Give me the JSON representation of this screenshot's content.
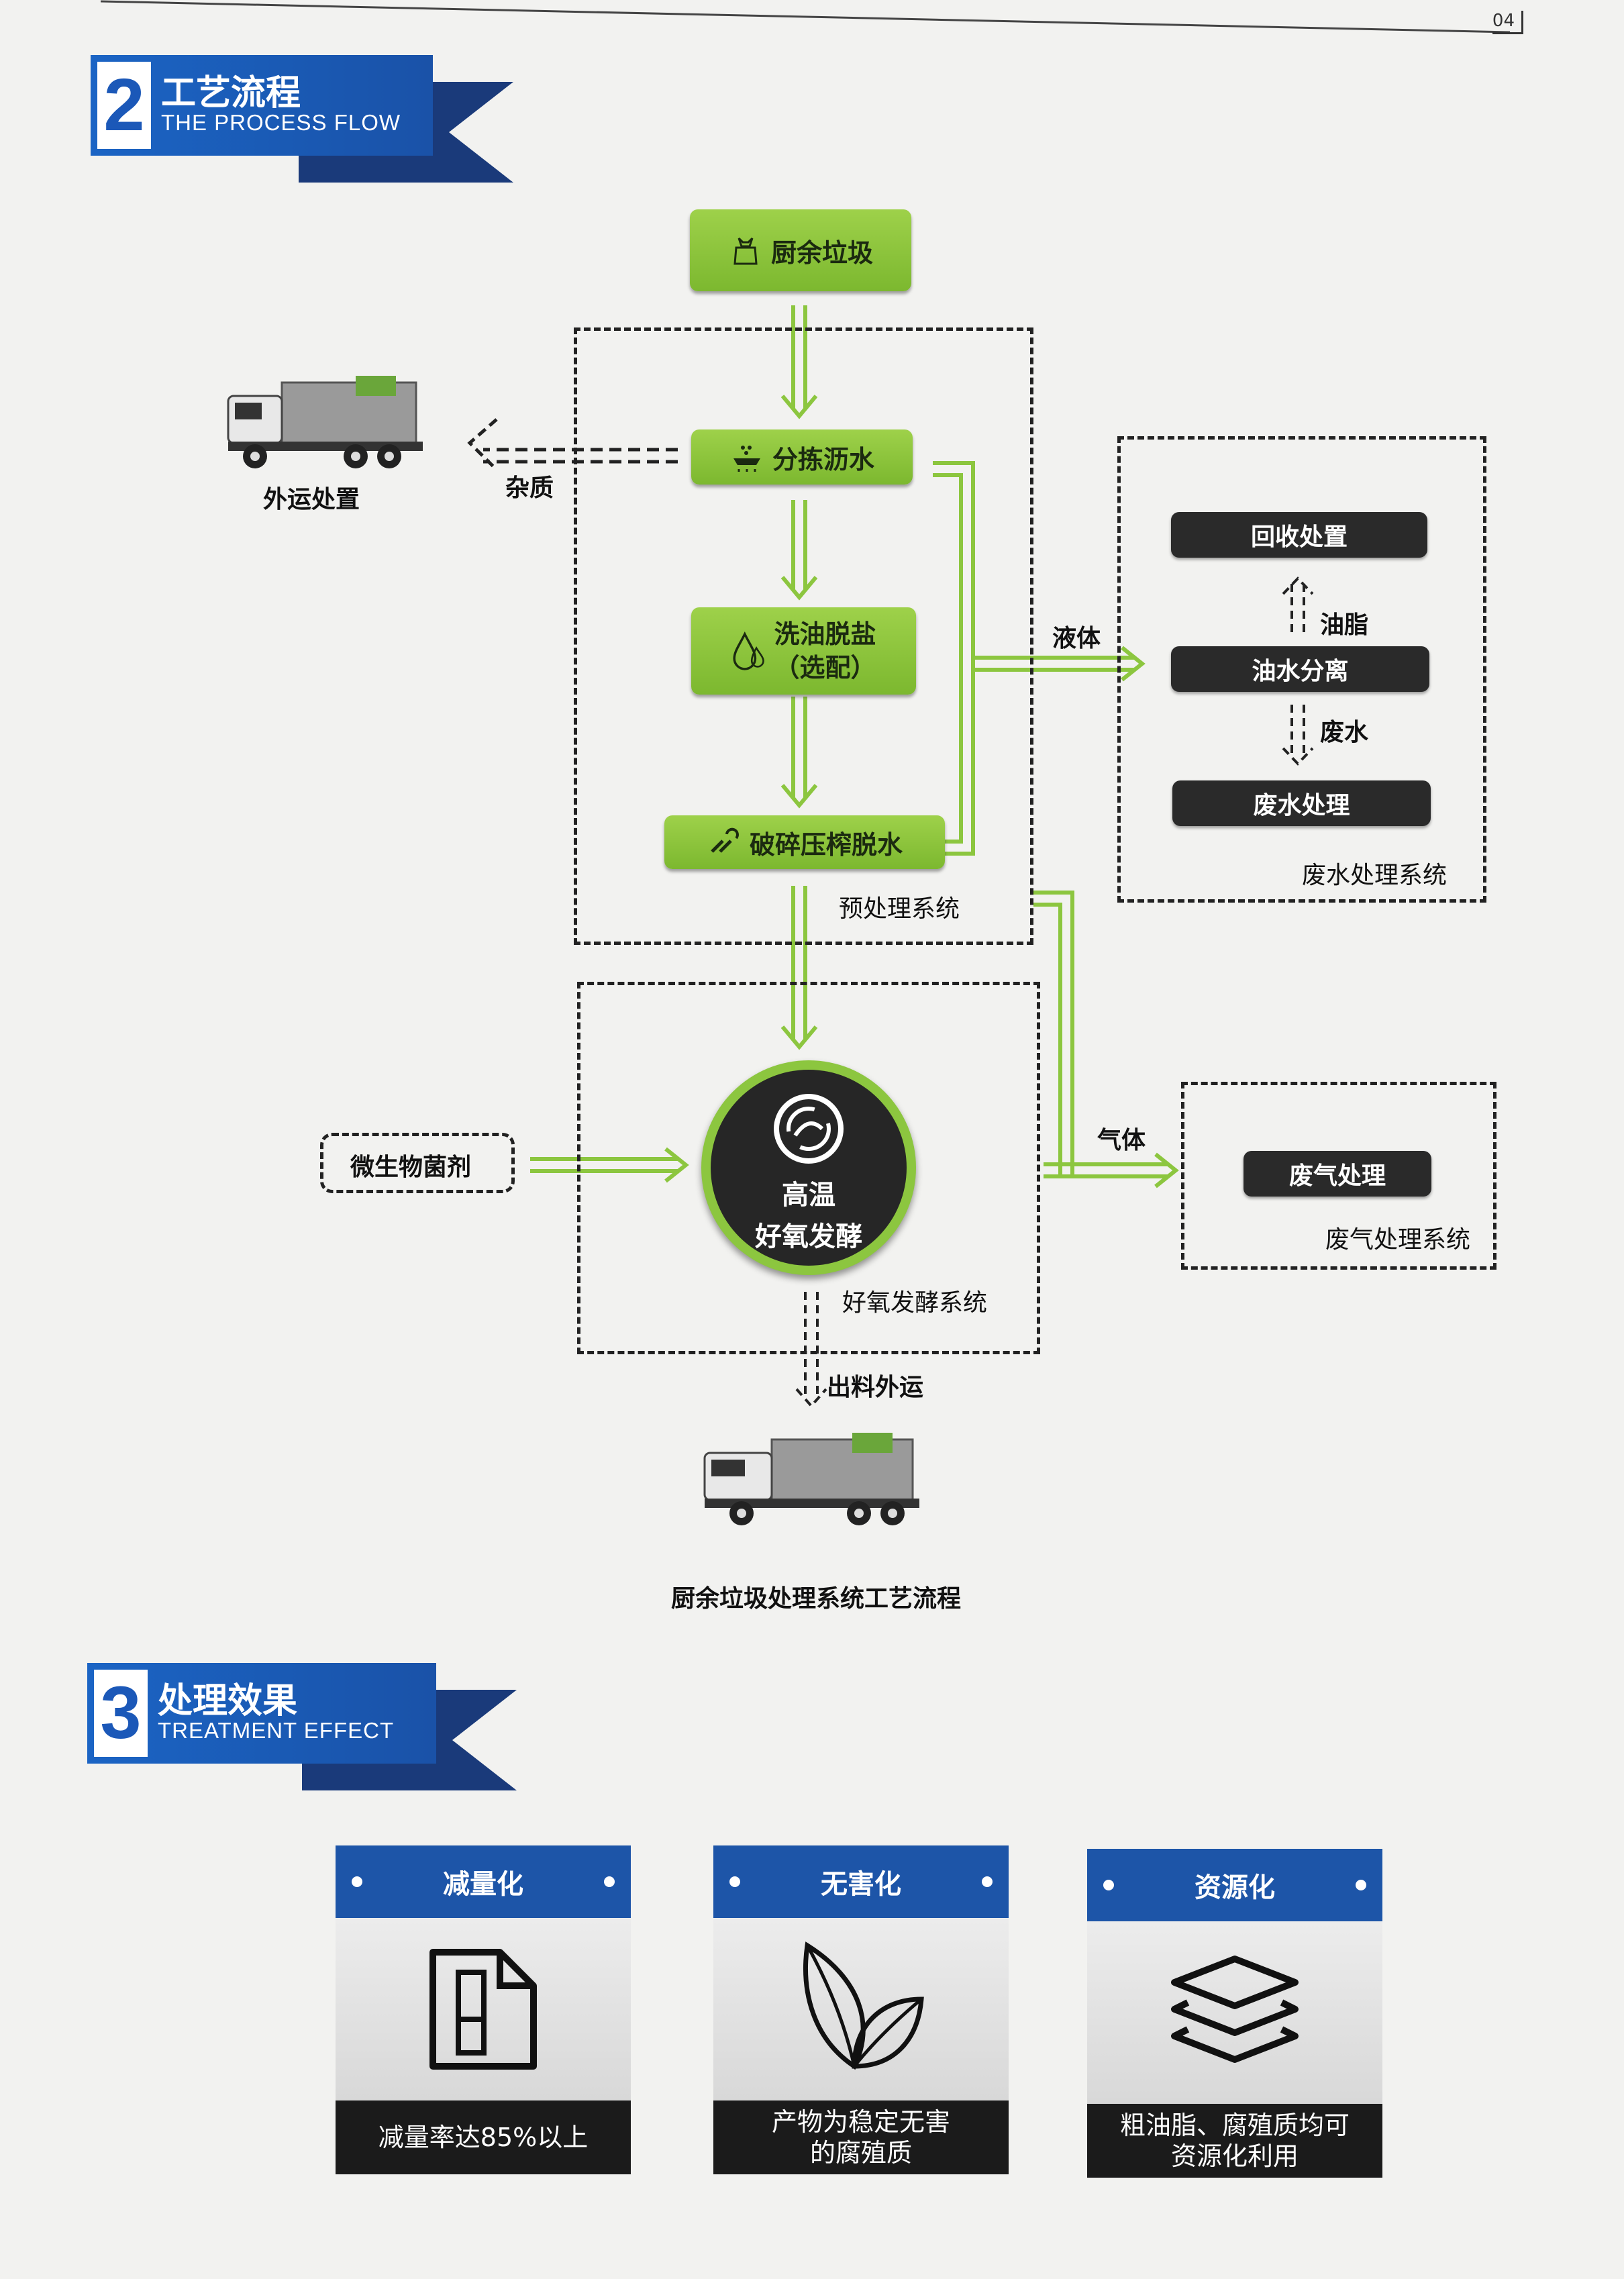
{
  "page_number": "04",
  "section2": {
    "number": "2",
    "title_cn": "工艺流程",
    "title_en": "THE PROCESS FLOW"
  },
  "flow": {
    "steps": [
      {
        "label": "厨余垃圾",
        "icon": "garbage-bag-icon"
      },
      {
        "label": "分拣沥水",
        "icon": "sorting-drain-icon"
      },
      {
        "label": "洗油脱盐",
        "label2": "（选配）",
        "icon": "oil-drop-icon"
      },
      {
        "label": "破碎压榨脱水",
        "icon": "crusher-icon"
      }
    ],
    "pretreatment_system": "预处理系统",
    "impurities": "杂质",
    "offsite_disposal": "外运处置",
    "liquid": "液体",
    "gas": "气体",
    "wastewater_system": {
      "label": "废水处理系统",
      "boxes": [
        "回收处置",
        "油水分离",
        "废水处理"
      ],
      "arrow_oil": "油脂",
      "arrow_water": "废水"
    },
    "exhaust_system": {
      "label": "废气处理系统",
      "box": "废气处理"
    },
    "microbe": "微生物菌剂",
    "fermenter": {
      "line1": "高温",
      "line2": "好氧发酵"
    },
    "fermentation_system": "好氧发酵系统",
    "output": "出料外运",
    "caption": "厨余垃圾处理系统工艺流程"
  },
  "section3": {
    "number": "3",
    "title_cn": "处理效果",
    "title_en": "TREATMENT EFFECT"
  },
  "effects": [
    {
      "title": "减量化",
      "icon": "document-reduce-icon",
      "text": "减量率达85%以上",
      "text2": ""
    },
    {
      "title": "无害化",
      "icon": "leaf-icon",
      "text": "产物为稳定无害",
      "text2": "的腐殖质"
    },
    {
      "title": "资源化",
      "icon": "layers-icon",
      "text": "粗油脂、腐殖质均可",
      "text2": "资源化利用"
    }
  ],
  "colors": {
    "brand_blue": "#1d55a8",
    "green": "#8cc63f",
    "dark": "#2a2a2a"
  }
}
